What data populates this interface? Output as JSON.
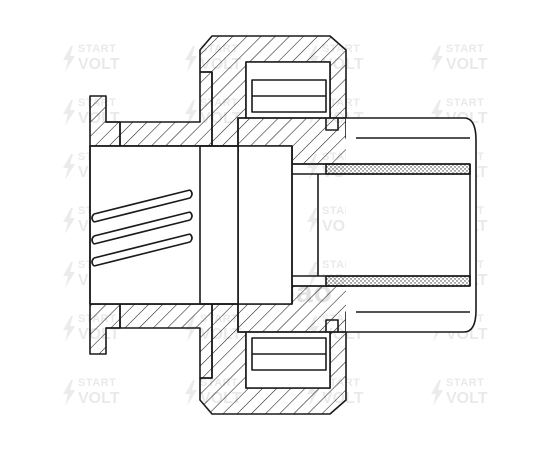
{
  "watermark": {
    "line1": "START",
    "line2": "VOLT",
    "brand": "onbao",
    "color": "#9a9a9a",
    "icon": "lightning-bolt-icon"
  },
  "drawing": {
    "subject": "starter-drive-pinion-cross-section",
    "line_color": "#1a1a1a",
    "hatch_color": "#1a1a1a",
    "background": "#ffffff",
    "dotted_fill_color": "#333333"
  }
}
